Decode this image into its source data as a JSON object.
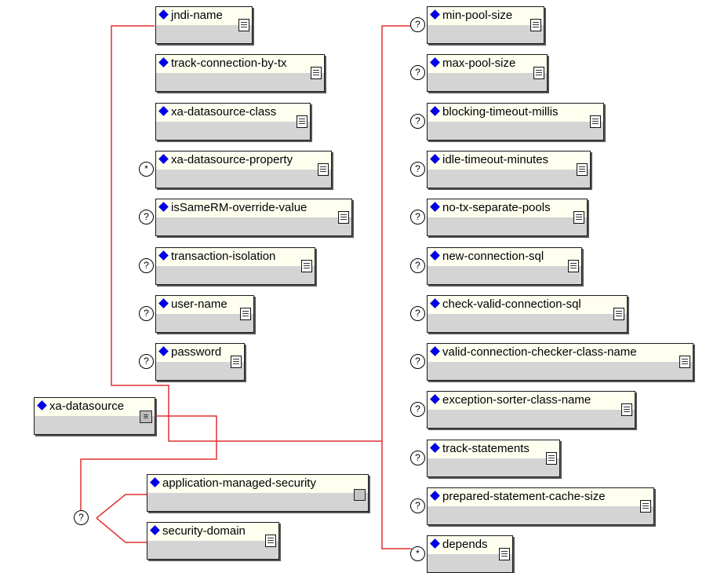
{
  "root": {
    "label": "xa-datasource",
    "icon": "complex-type-icon"
  },
  "left_sequence": [
    {
      "label": "jndi-name",
      "occurs": ""
    },
    {
      "label": "track-connection-by-tx",
      "occurs": ""
    },
    {
      "label": "xa-datasource-class",
      "occurs": ""
    },
    {
      "label": "xa-datasource-property",
      "occurs": "*"
    },
    {
      "label": "isSameRM-override-value",
      "occurs": "?"
    },
    {
      "label": "transaction-isolation",
      "occurs": "?"
    },
    {
      "label": "user-name",
      "occurs": "?"
    },
    {
      "label": "password",
      "occurs": "?"
    }
  ],
  "security_choice": {
    "occurs": "?",
    "items": [
      {
        "label": "application-managed-security",
        "icon": "simple-type-icon"
      },
      {
        "label": "security-domain",
        "icon": "documentation-icon"
      }
    ]
  },
  "right_sequence": [
    {
      "label": "min-pool-size",
      "occurs": "?"
    },
    {
      "label": "max-pool-size",
      "occurs": "?"
    },
    {
      "label": "blocking-timeout-millis",
      "occurs": "?"
    },
    {
      "label": "idle-timeout-minutes",
      "occurs": "?"
    },
    {
      "label": "no-tx-separate-pools",
      "occurs": "?"
    },
    {
      "label": "new-connection-sql",
      "occurs": "?"
    },
    {
      "label": "check-valid-connection-sql",
      "occurs": "?"
    },
    {
      "label": "valid-connection-checker-class-name",
      "occurs": "?"
    },
    {
      "label": "exception-sorter-class-name",
      "occurs": "?"
    },
    {
      "label": "track-statements",
      "occurs": "?"
    },
    {
      "label": "prepared-statement-cache-size",
      "occurs": "?"
    },
    {
      "label": "depends",
      "occurs": "*"
    }
  ],
  "colors": {
    "connector": "#e03030",
    "diamond": "#0000e6",
    "node_fill": "#fffff0",
    "node_band": "#d4d4d4"
  }
}
